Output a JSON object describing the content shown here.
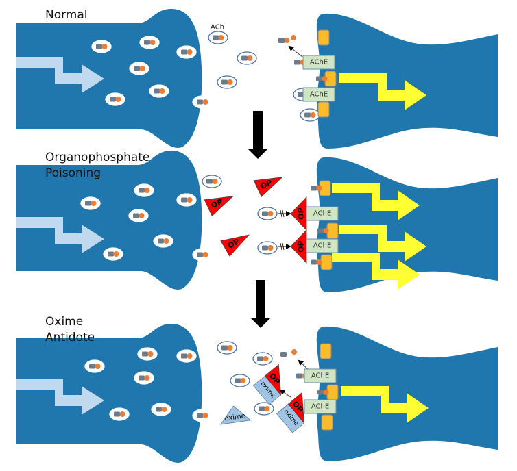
{
  "colors": {
    "neuron_blue": "#1f77ad",
    "signal_light": "#c0d9ef",
    "signal_yellow": "#ffff33",
    "vesicle_fill": "#ffffff",
    "vesicle_stroke": "#4a6fa5",
    "ach_rect": "#6b7b8c",
    "ach_circle": "#ed7d31",
    "ache_fill": "#cfe5c4",
    "ache_stroke": "#6b8fae",
    "receptor_fill": "#fbbc2c",
    "receptor_stroke": "#8a8a8a",
    "op_fill": "#ff0000",
    "oxime_fill": "#9fc4e4",
    "step_arrow": "#000000"
  },
  "labels": {
    "ach": "ACh",
    "ache": "AChE",
    "op": "OP",
    "oxime": "oxime"
  },
  "panels": [
    {
      "id": "normal",
      "title": "Normal",
      "ache_count": 2,
      "receptors_active": 1,
      "receptors_total": 3,
      "op_free": 0,
      "op_bound": 0,
      "oxime_free": 0,
      "oxime_bound": 0
    },
    {
      "id": "op-poisoning",
      "title": "Organophosphate\nPoisoning",
      "ache_count": 2,
      "receptors_active": 3,
      "receptors_total": 3,
      "op_free": 3,
      "op_bound": 2,
      "oxime_free": 0,
      "oxime_bound": 0
    },
    {
      "id": "oxime-antidote",
      "title": "Oxime\nAntidote",
      "ache_count": 2,
      "receptors_active": 1,
      "receptors_total": 3,
      "op_free": 0,
      "op_bound": 2,
      "oxime_free": 1,
      "oxime_bound": 2
    }
  ]
}
